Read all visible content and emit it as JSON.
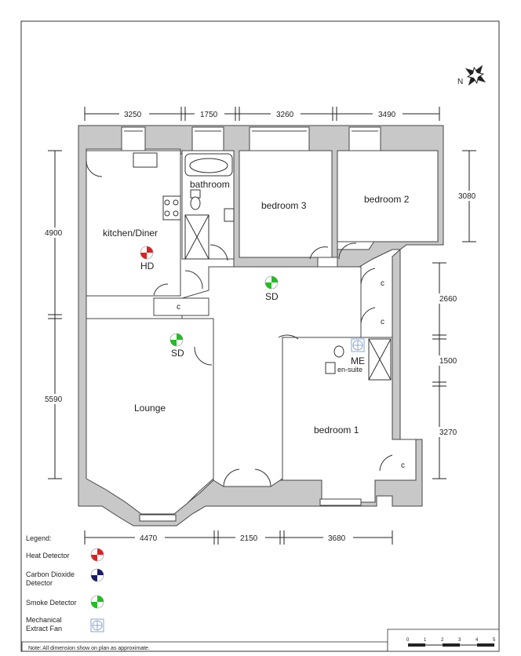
{
  "compass": {
    "label": "N"
  },
  "dimensions": {
    "top": [
      "3250",
      "1750",
      "3260",
      "3490"
    ],
    "left": [
      "4900",
      "5590"
    ],
    "right": [
      "3080",
      "2660",
      "1500",
      "3270"
    ],
    "bottom": [
      "4470",
      "2150",
      "3680"
    ]
  },
  "rooms": {
    "kitchen": "kitchen/Diner",
    "bathroom": "bathroom",
    "bedroom3": "bedroom 3",
    "bedroom2": "bedroom 2",
    "lounge": "Lounge",
    "bedroom1": "bedroom 1",
    "ensuite": "en-suite",
    "cupboard": "c"
  },
  "markers": {
    "hd": "HD",
    "sd": "SD",
    "me": "ME"
  },
  "legend": {
    "title": "Legend:",
    "items": [
      {
        "label": "Heat Detector",
        "color": "#e02020"
      },
      {
        "label": "Carbon Dioxide",
        "label2": "Detector",
        "color": "#1a1a6a"
      },
      {
        "label": "Smoke Detector",
        "color": "#20c020"
      },
      {
        "label": "Mechanical",
        "label2": "Extract Fan",
        "color": "#8aa6d6"
      }
    ]
  },
  "scale": {
    "ticks": [
      "0",
      "1",
      "2",
      "3",
      "4",
      "5"
    ]
  },
  "note": "Note: All dimension show on plan as approximate."
}
